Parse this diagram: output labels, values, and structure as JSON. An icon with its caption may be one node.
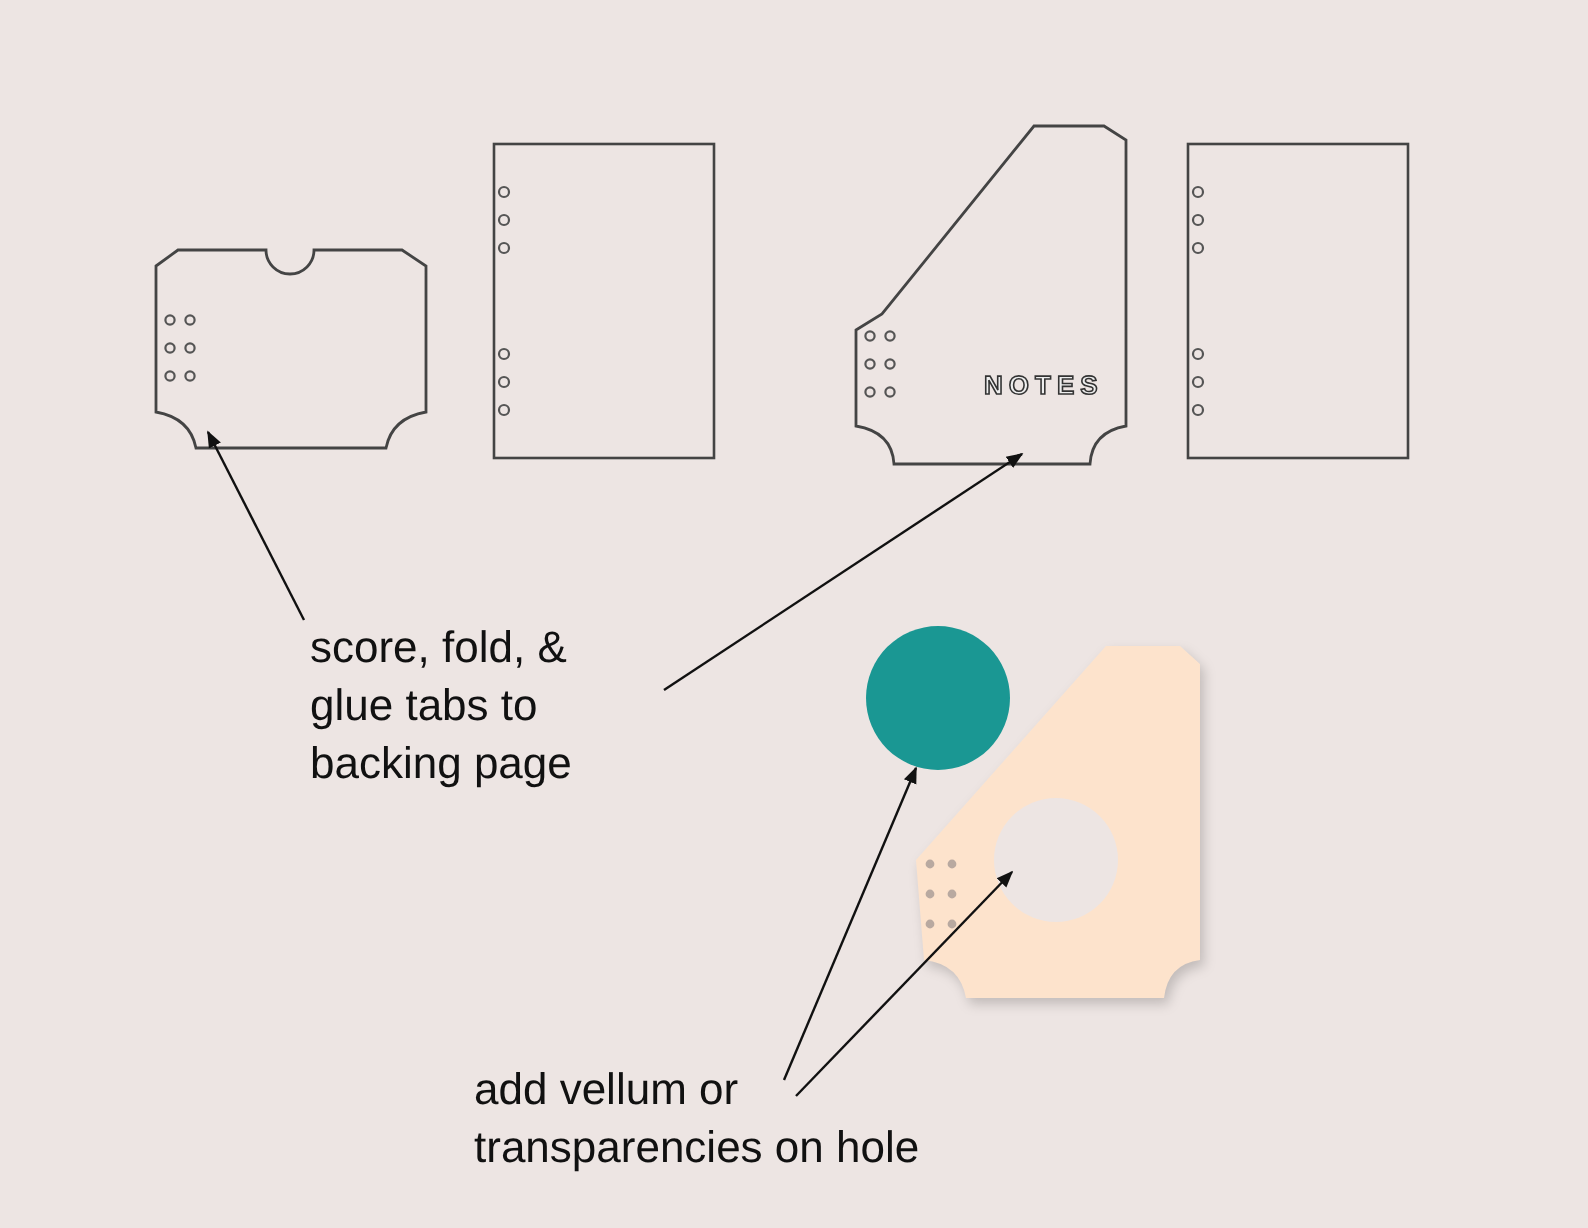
{
  "diagram": {
    "nodes": [
      {
        "text": [
          "score, fold, & glue tabs to backing page"
        ]
      },
      {
        "text": [],
        "shape": "picture"
      },
      {
        "text": [
          "NOTES"
        ]
      },
      {
        "text": [],
        "shape": "circle"
      },
      {
        "text": [],
        "shape": "picture"
      },
      {
        "text": [],
        "shape": "circle",
        "in": 4
      },
      {
        "text": [
          "add vellum or transparencies on hole"
        ]
      }
    ],
    "edges": [
      {
        "from": 0,
        "to": 1,
        "arrow": "to"
      },
      {
        "from": 0,
        "to": 2,
        "arrow": "to"
      },
      {
        "from": 6,
        "to": 3,
        "arrow": "to"
      },
      {
        "from": 6,
        "to": 5,
        "arrow": "to"
      }
    ]
  }
}
